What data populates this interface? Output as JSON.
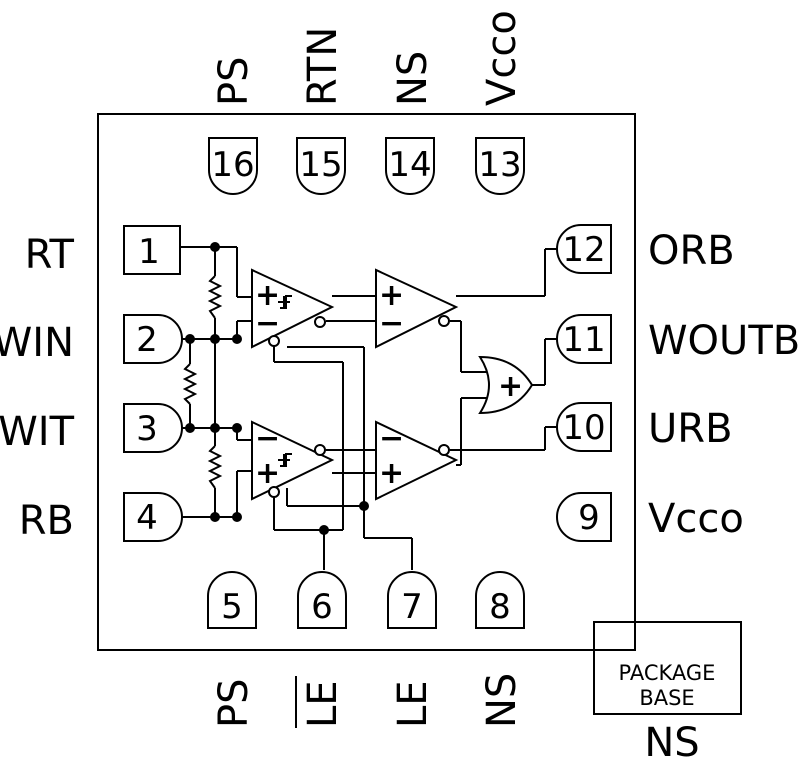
{
  "pins": {
    "p1": {
      "num": "1",
      "name": "RT"
    },
    "p2": {
      "num": "2",
      "name": "WIN"
    },
    "p3": {
      "num": "3",
      "name": "WIT"
    },
    "p4": {
      "num": "4",
      "name": "RB"
    },
    "p5": {
      "num": "5",
      "name": "PS"
    },
    "p6": {
      "num": "6",
      "name": "LE"
    },
    "p7": {
      "num": "7",
      "name": "LE"
    },
    "p8": {
      "num": "8",
      "name": "NS"
    },
    "p9": {
      "num": "9",
      "name": "Vcco"
    },
    "p10": {
      "num": "10",
      "name": "URB"
    },
    "p11": {
      "num": "11",
      "name": "WOUTB"
    },
    "p12": {
      "num": "12",
      "name": "ORB"
    },
    "p13": {
      "num": "13",
      "name": "Vcco"
    },
    "p14": {
      "num": "14",
      "name": "NS"
    },
    "p15": {
      "num": "15",
      "name": "RTN"
    },
    "p16": {
      "num": "16",
      "name": "PS"
    }
  },
  "package_base": {
    "line1": "PACKAGE",
    "line2": "BASE",
    "pin": "NS"
  },
  "symbols": {
    "plus": "+",
    "minus": "−",
    "or_plus": "+"
  }
}
